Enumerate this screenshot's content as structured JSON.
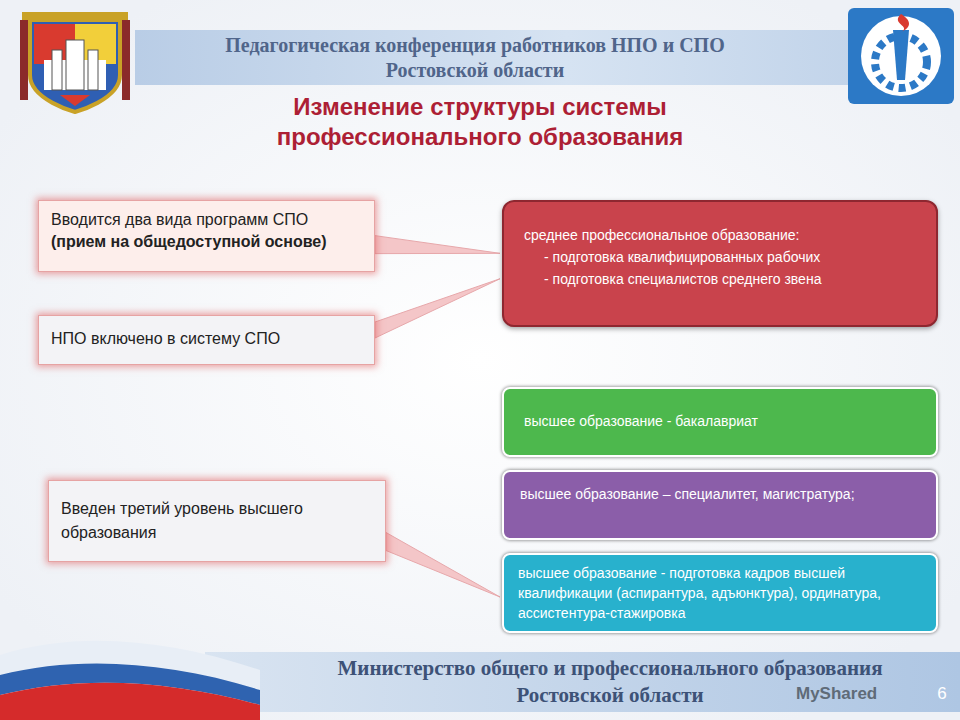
{
  "diagram": {
    "title": "Изменение структуры системы профессионального образования",
    "nodes": [
      {
        "text": [
          "Вводится два вида программ СПО",
          "(прием на общедоступной основе)"
        ]
      },
      {
        "text": [
          "НПО включено в систему СПО"
        ]
      },
      {
        "text": [
          "среднее профессиональное образование:",
          "- подготовка квалифицированных рабочих",
          "- подготовка специалистов среднего звена"
        ]
      },
      {
        "text": [
          "высшее образование - бакалавриат"
        ]
      },
      {
        "text": [
          "высшее образование – специалитет, магистратура;"
        ]
      },
      {
        "text": [
          "высшее образование - подготовка кадров высшей квалификации (аспирантура, адъюнктура), ординатура, ассистентура-стажировка"
        ]
      },
      {
        "text": [
          "Введен третий уровень высшего образования"
        ]
      }
    ],
    "edges": [
      {
        "from": 0,
        "to": 2,
        "arrow": "none"
      },
      {
        "from": 1,
        "to": 2,
        "arrow": "none"
      },
      {
        "from": 6,
        "to": 5,
        "arrow": "none"
      }
    ],
    "labels": [
      "Педагогическая конференция работников НПО и СПО Ростовской области",
      "Министерство общего и профессионального образования Ростовской области",
      "MyShared",
      "6"
    ]
  }
}
